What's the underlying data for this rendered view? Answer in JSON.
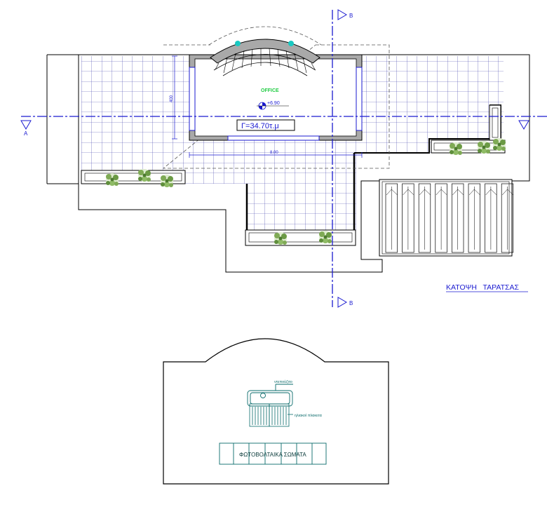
{
  "roof_plan": {
    "office_label": "OFFICE",
    "elevation": "+6.90",
    "area": "Γ=34.70τ.μ",
    "dim_width": "8.00",
    "dim_height": "400",
    "section_a": "A",
    "section_b_top": "B",
    "section_b_bottom": "B",
    "title": "ΚΑΤΟΨΗ   ΤΑΡΑΤΣΑΣ"
  },
  "solar_detail": {
    "boiler_label": "ντεπούζιτο",
    "collector_label": "ηλιακοί πλακετα",
    "pv_label": "ΦΩΤΟΒΟΛΤΑΙΚΑ ΣΩΜΑΤΑ"
  },
  "colors": {
    "grid_line": "#3a3aa8",
    "axis": "#1a1ad0",
    "office_label": "#22cc44",
    "line": "#000000",
    "wall_fill": "#a9a9a9",
    "accent": "#19c9c2",
    "plant": "#7faa55"
  }
}
